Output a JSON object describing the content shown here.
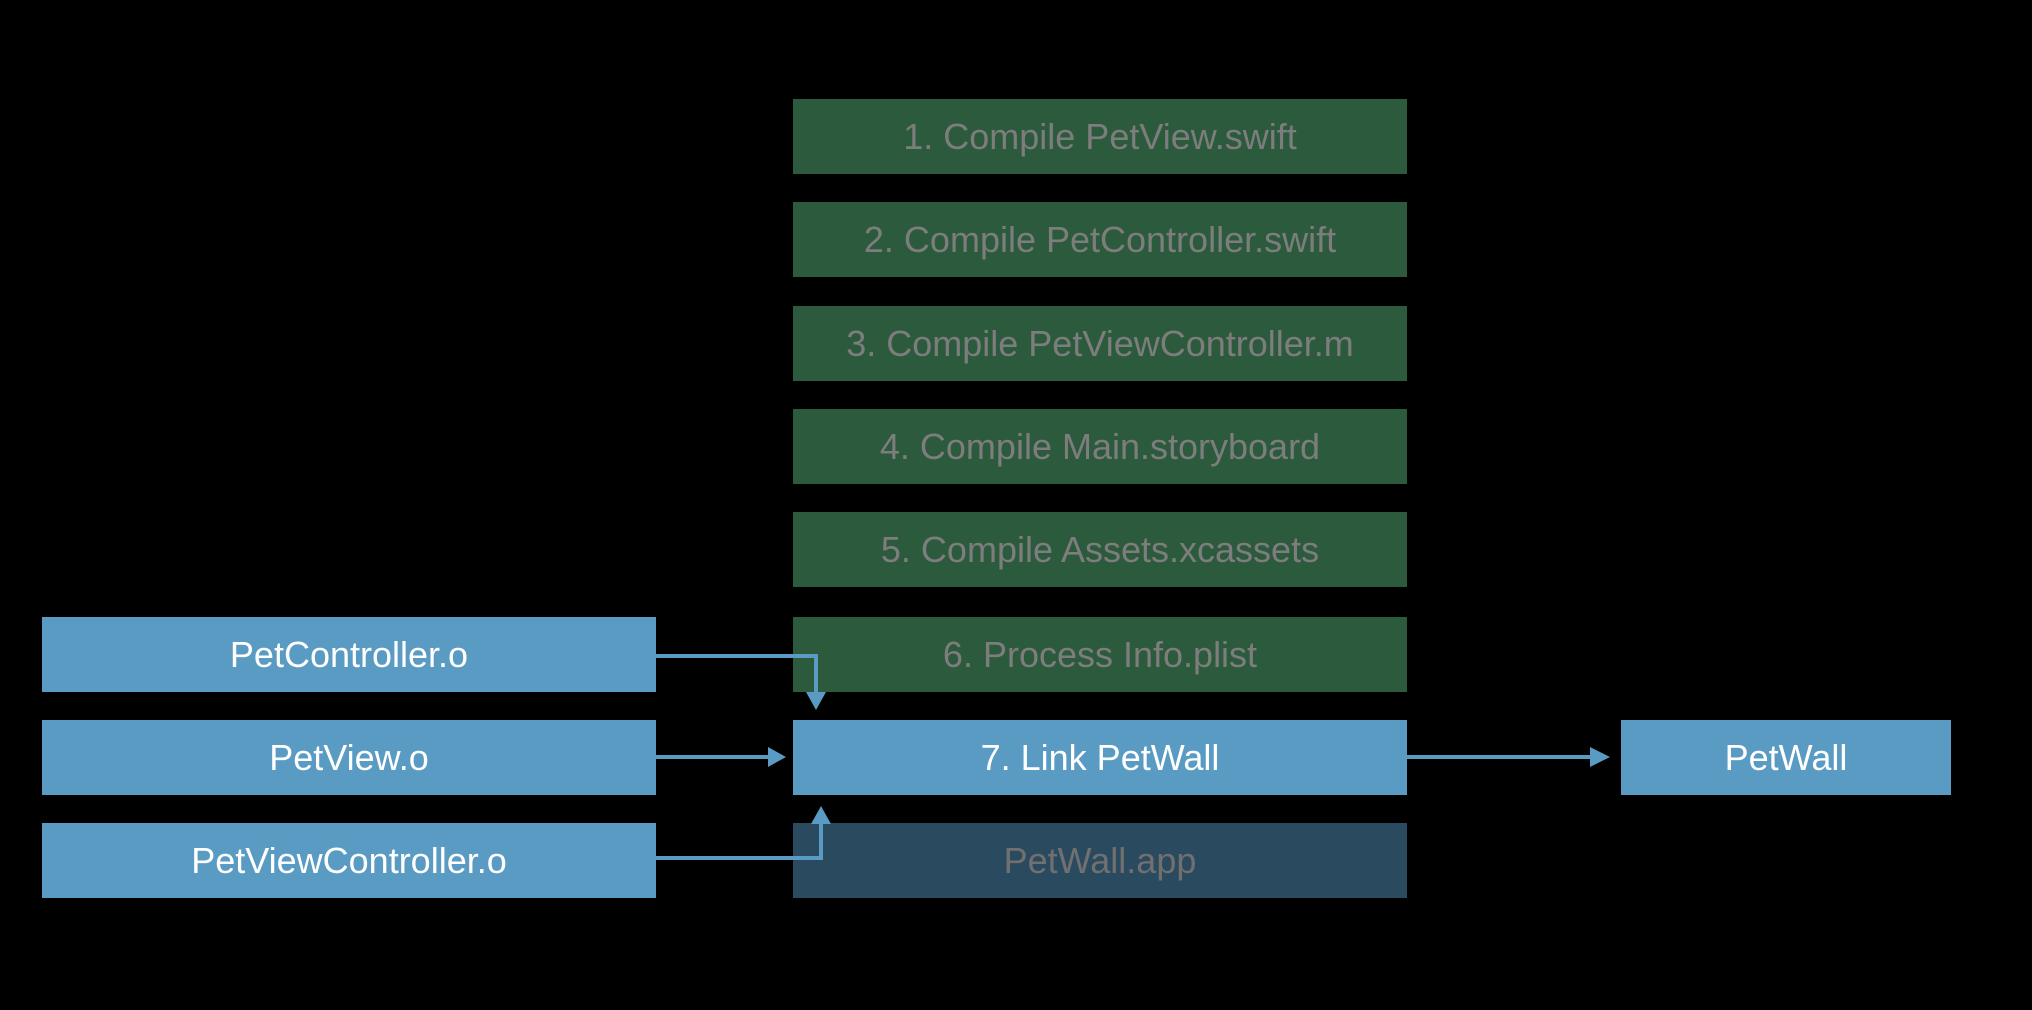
{
  "steps": [
    {
      "label": "1. Compile PetView.swift"
    },
    {
      "label": "2. Compile PetController.swift"
    },
    {
      "label": "3. Compile PetViewController.m"
    },
    {
      "label": "4. Compile Main.storyboard"
    },
    {
      "label": "5. Compile Assets.xcassets"
    },
    {
      "label": "6. Process Info.plist"
    },
    {
      "label": "7. Link PetWall"
    }
  ],
  "product": {
    "label": "PetWall.app"
  },
  "objects": [
    {
      "label": "PetController.o"
    },
    {
      "label": "PetView.o"
    },
    {
      "label": "PetViewController.o"
    }
  ],
  "output": {
    "label": "PetWall"
  },
  "colors": {
    "background": "#000000",
    "step_fill": "#2c5a3d",
    "step_text": "#7d7d7d",
    "active_fill": "#5a9bc4",
    "active_text": "#ffffff",
    "product_fill": "#2a4a5f",
    "arrow": "#5a9bc4"
  }
}
